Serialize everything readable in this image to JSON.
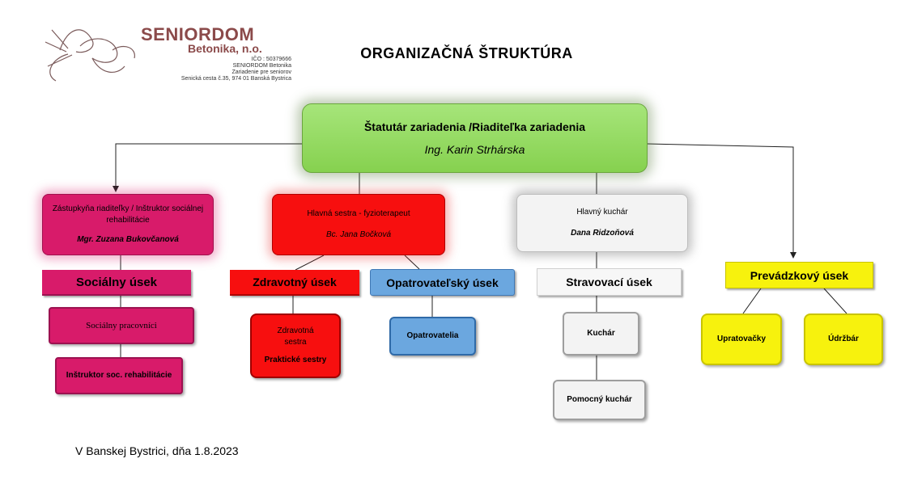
{
  "logo": {
    "name": "SENIORDOM",
    "subname": "Betonika, n.o.",
    "lines": [
      "IČO : 50379666",
      "SENIORDOM Betonika",
      "Zariadenie pre seniorov",
      "Senická cesta č.35, 974 01 Banská Bystrica"
    ]
  },
  "title": "ORGANIZAČNÁ ŠTRUKTÚRA",
  "top": {
    "role": "Štatutár  zariadenia /Riaditeľka zariadenia",
    "name": "Ing. Karin Strhárska"
  },
  "deputy": {
    "role": "Zástupkyňa riaditeľky / Inštruktor sociálnej rehabilitácie",
    "name": "Mgr. Zuzana Bukovčanová"
  },
  "nurse": {
    "role": "Hlavná sestra - fyzioterapeut",
    "name": "Bc. Jana Bočková"
  },
  "chef": {
    "role": "Hlavný kuchár",
    "name": "Dana Ridzoňová"
  },
  "departments": {
    "social": "Sociálny úsek",
    "health": "Zdravotný úsek",
    "care": "Opatrovateľský úsek",
    "catering": "Stravovací úsek",
    "operations": "Prevádzkový úsek"
  },
  "staff": {
    "social_workers": "Sociálny pracovníci",
    "instructor": "Inštruktor soc. rehabilitácie",
    "nurse_line1": "Zdravotná sestra",
    "nurse_line2": "Praktické sestry",
    "caregivers": "Opatrovatelia",
    "cook": "Kuchár",
    "assistant_cook": "Pomocný kuchár",
    "cleaners": "Upratovačky",
    "maintenance": "Údržbár"
  },
  "footer": "V Banskej Bystrici, dňa 1.8.2023"
}
